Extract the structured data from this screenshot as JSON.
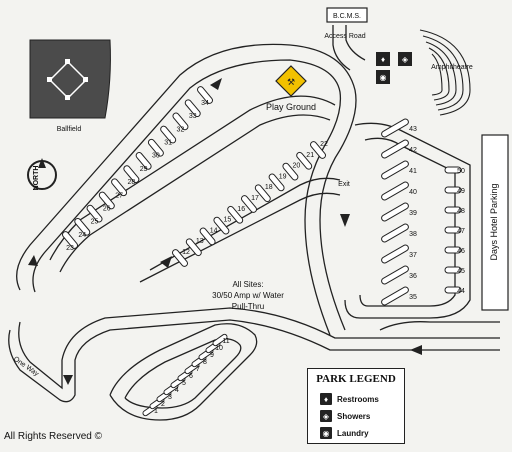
{
  "labels": {
    "bcms": "B.C.M.S.",
    "access_road": "Access Road",
    "amphitheatre": "Amphitheatre",
    "ballfield": "Ballfield",
    "north": "NORTH",
    "play_ground": "Play Ground",
    "exit": "Exit",
    "one_way": "One Way",
    "all_sites_line1": "All Sites:",
    "all_sites_line2": "30/50 Amp w/ Water",
    "all_sites_line3": "Pull-Thru",
    "days_hotel_parking": "Days Hotel Parking"
  },
  "legend": {
    "title": "PARK LEGEND",
    "items": [
      {
        "label": "Restrooms",
        "icon": "restroom-icon"
      },
      {
        "label": "Showers",
        "icon": "shower-icon"
      },
      {
        "label": "Laundry",
        "icon": "laundry-icon"
      }
    ]
  },
  "copyright": "All Rights Reserved ©",
  "sites": {
    "loop_outer_left": [
      "23",
      "24",
      "25",
      "26",
      "27",
      "28",
      "29",
      "30",
      "31",
      "32",
      "33",
      "34"
    ],
    "loop_inner": [
      "12",
      "13",
      "14",
      "15",
      "16",
      "17",
      "18",
      "19",
      "20",
      "21",
      "22"
    ],
    "south_loop": [
      "1",
      "2",
      "3",
      "4",
      "5",
      "6",
      "7",
      "8",
      "9",
      "10",
      "11"
    ],
    "east_column_a": [
      "35",
      "36",
      "37",
      "38",
      "39",
      "40",
      "41",
      "42",
      "43"
    ],
    "east_column_b": [
      "44",
      "45",
      "46",
      "47",
      "48",
      "49",
      "50"
    ]
  }
}
